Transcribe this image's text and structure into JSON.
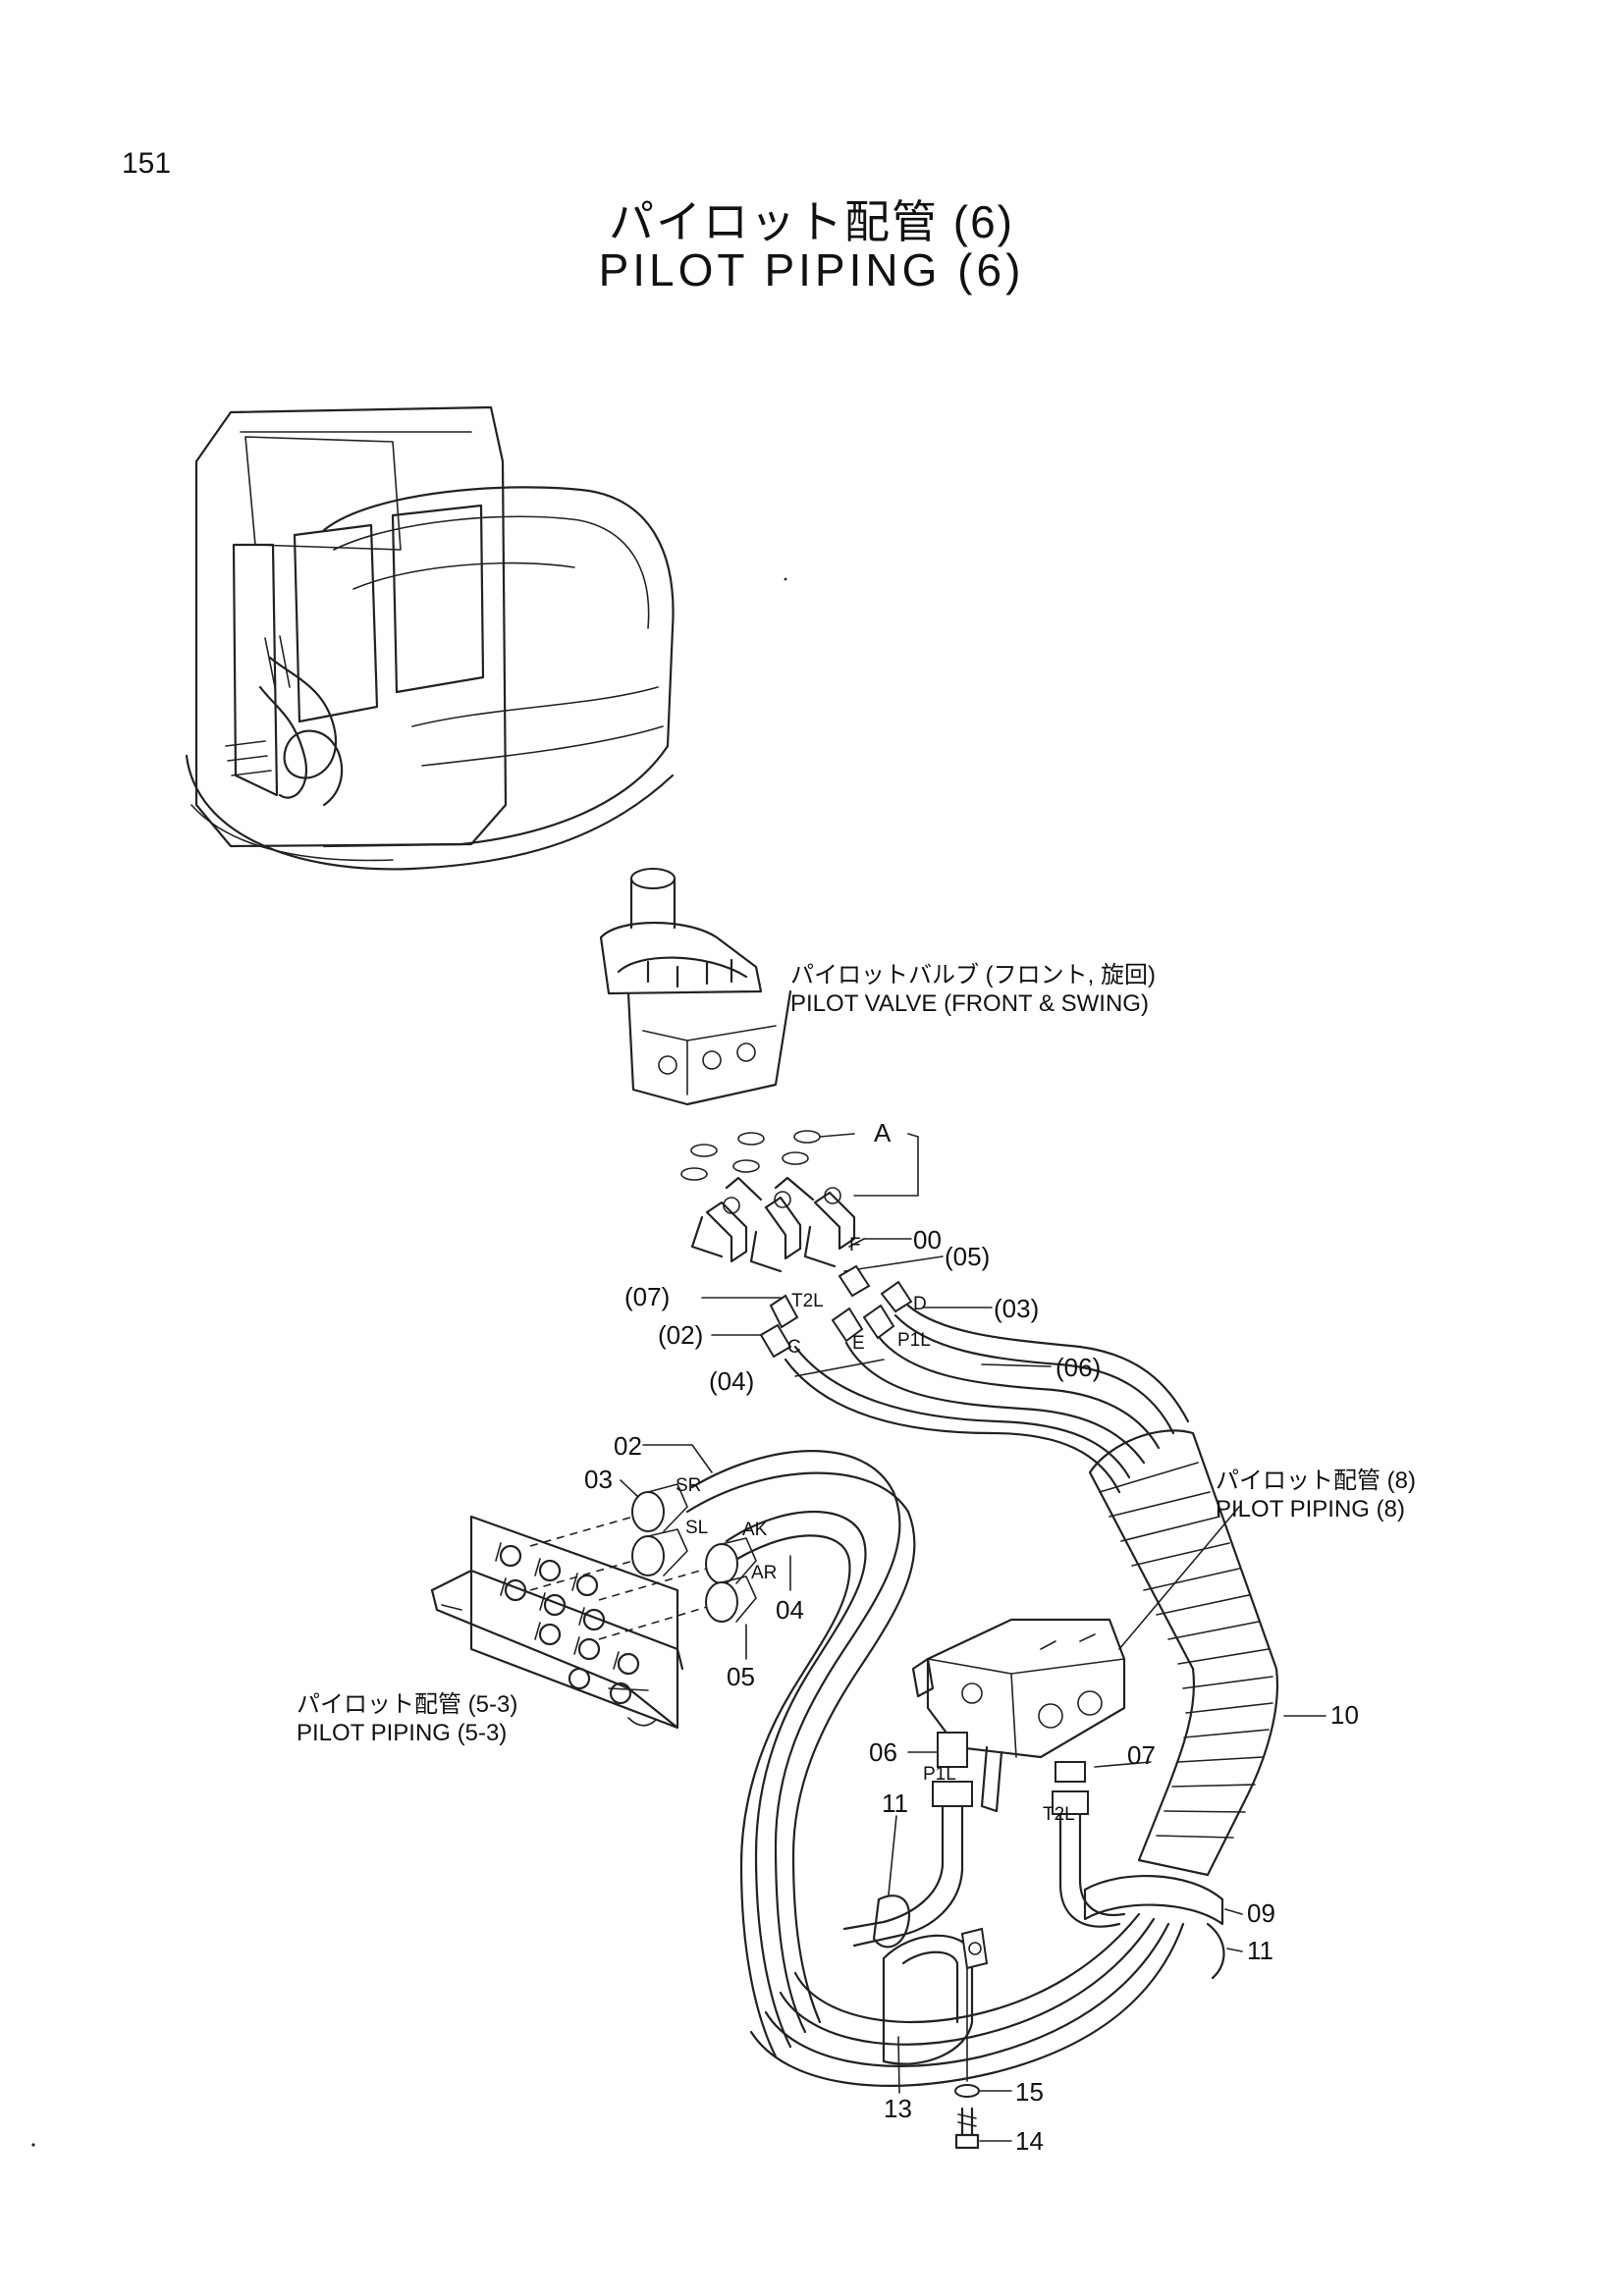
{
  "page": {
    "number": "151",
    "title_jp": "パイロット配管 (6)",
    "title_en": "PILOT PIPING (6)"
  },
  "labels": {
    "pilot_valve": {
      "jp": "パイロットバルブ (フロント, 旋回)",
      "en": "PILOT VALVE (FRONT & SWING)"
    },
    "pilot_piping_8": {
      "jp": "パイロット配管 (8)",
      "en": "PILOT PIPING (8)"
    },
    "pilot_piping_5_3": {
      "jp": "パイロット配管 (5-3)",
      "en": "PILOT PIPING (5-3)"
    }
  },
  "part_tags": {
    "A": "A",
    "p00": "00",
    "p05_paren": "(05)",
    "p07_paren": "(07)",
    "p03_paren": "(03)",
    "p02_paren": "(02)",
    "p06_paren": "(06)",
    "p04_paren": "(04)",
    "p02": "02",
    "p03": "03",
    "p04": "04",
    "p05": "05",
    "p06": "06",
    "p07": "07",
    "p09": "09",
    "p10": "10",
    "p11_left": "11",
    "p11_right": "11",
    "p13": "13",
    "p14": "14",
    "p15": "15"
  },
  "port_labels": {
    "F": "F",
    "T2L_top": "T2L",
    "D": "D",
    "C": "C",
    "E": "E",
    "P1L_top": "P1L",
    "SR": "SR",
    "SL": "SL",
    "AK": "AK",
    "AR": "AR",
    "P1L_bottom": "P1L",
    "T2L_bottom": "T2L"
  },
  "icons": [
    "excavator-illustration",
    "pilot-valve-illustration",
    "hose-bundle",
    "control-valve-block",
    "junction-block"
  ]
}
